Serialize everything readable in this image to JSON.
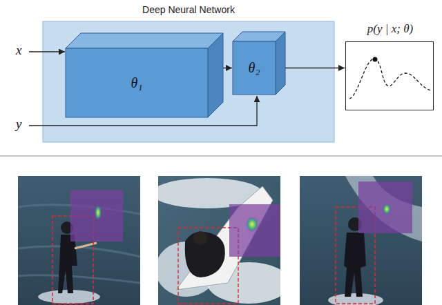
{
  "diagram": {
    "nodes": [
      {
        "text": [
          "Deep Neural Network"
        ]
      },
      {
        "text": [
          "θ₁"
        ],
        "in": 0
      },
      {
        "text": [
          "θ₂"
        ],
        "in": 0
      },
      {
        "text": [
          "p(y | x; θ)"
        ]
      }
    ],
    "edges": [
      {
        "from": 1,
        "to": 2,
        "arrow": "to"
      },
      {
        "from": 2,
        "to": 3,
        "arrow": "to"
      }
    ],
    "labels": [
      "x",
      "y"
    ]
  }
}
